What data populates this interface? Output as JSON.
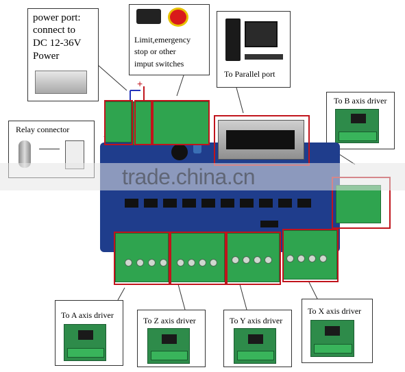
{
  "labels": {
    "power_port_line1": "power port:",
    "power_port_line2": "connect to",
    "power_port_line3": "DC 12-36V",
    "power_port_line4": "Power",
    "limit_line1": "Limit,emergency",
    "limit_line2": "stop or other",
    "limit_line3": "imput switches",
    "parallel": "To Parallel port",
    "b_axis": "To B axis driver",
    "relay": "Relay connector",
    "a_axis": "To A axis driver",
    "z_axis": "To Z axis driver",
    "y_axis": "To Y axis driver",
    "x_axis": "To X axis driver",
    "polarity_plus": "+",
    "polarity_minus": "-",
    "watermark": "trade.china.cn"
  },
  "colors": {
    "highlight_border": "#c0141c",
    "pcb": "#1f3d8c",
    "terminal_green": "#2fa44f"
  }
}
